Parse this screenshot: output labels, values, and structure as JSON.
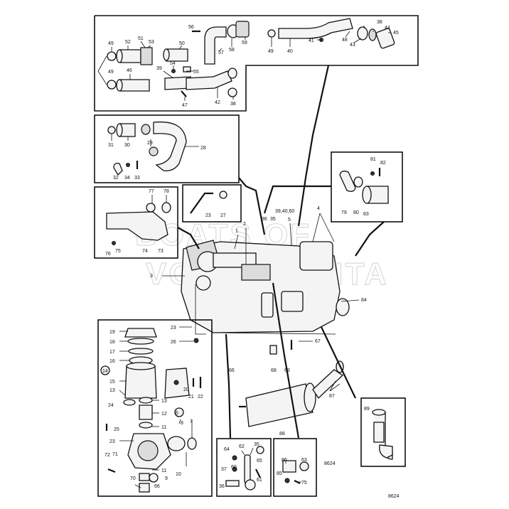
{
  "drawing_number": "8624",
  "watermark": [
    "BOATS OF",
    "VOLVO PENTA"
  ],
  "callouts": {
    "c1": "1",
    "c2": "2",
    "c3": "3",
    "c4": "4",
    "c5": "5",
    "c6": "6",
    "c7": "7",
    "c8": "8",
    "c9": "9",
    "c10": "10",
    "c11": "11",
    "c11b": "11",
    "c12": "12",
    "c13": "13",
    "c13b": "13",
    "c14": "14",
    "c15": "15",
    "c16": "16",
    "c17": "17",
    "c18": "18",
    "c19": "19",
    "c20": "20",
    "c21": "21",
    "c22": "22",
    "c23": "23",
    "c23b": "23",
    "c23c": "23",
    "c24": "24",
    "c25": "25",
    "c26": "26",
    "c27": "27",
    "c28": "28",
    "c29": "29",
    "c30": "30",
    "c31": "31",
    "c32": "32",
    "c33": "33",
    "c34": "34",
    "c35": "35",
    "c35b": "35",
    "c36": "36",
    "c36b": "36",
    "c37": "37",
    "c38": "38",
    "c38b": "38",
    "c39": "39",
    "c39b": "39,40,60",
    "c40": "40",
    "c41": "41",
    "c42": "42",
    "c43": "43",
    "c44": "44",
    "c45": "45",
    "c46": "46",
    "c47": "47",
    "c48": "48",
    "c49": "49",
    "c49b": "49",
    "c49c": "49",
    "c50": "50",
    "c51": "51",
    "c52": "52",
    "c53": "53",
    "c54": "54",
    "c55": "55",
    "c56": "56",
    "c57": "57",
    "c58": "58",
    "c59": "59",
    "c60": "60",
    "c61": "61",
    "c62": "62",
    "c63": "63",
    "c64": "64",
    "c65": "65",
    "c66": "66",
    "c66b": "66",
    "c67": "67",
    "c68": "68",
    "c69": "69",
    "c70": "70",
    "c71": "71",
    "c72": "72",
    "c73": "73",
    "c74": "74",
    "c75": "75",
    "c75b": "75",
    "c76": "76",
    "c77": "77",
    "c78": "78",
    "c79": "79",
    "c80": "80",
    "c81": "81",
    "c82": "82",
    "c83": "83",
    "c84": "84",
    "c85": "85",
    "c86": "86",
    "c87": "87",
    "c88": "88",
    "c89": "89"
  }
}
